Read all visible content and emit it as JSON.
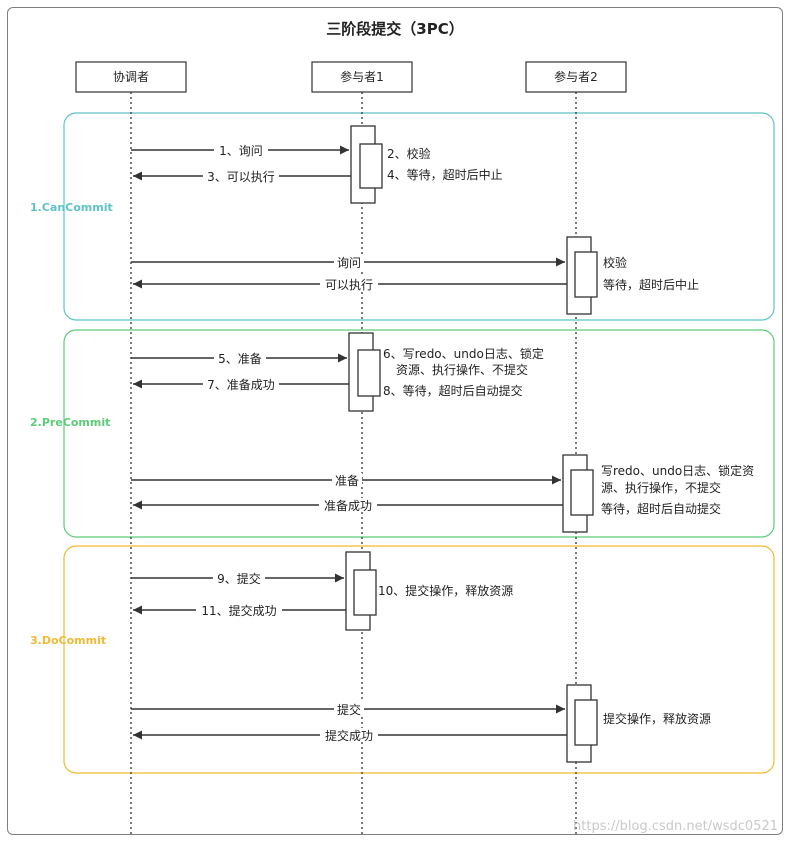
{
  "title": "三阶段提交（3PC）",
  "actors": [
    "协调者",
    "参与者1",
    "参与者2"
  ],
  "phases": [
    {
      "label": "1.CanCommit",
      "color": "#5fc3c6"
    },
    {
      "label": "2.PreCommit",
      "color": "#5ccc78"
    },
    {
      "label": "3.DoCommit",
      "color": "#efba33"
    }
  ],
  "messages": [
    "1、询问",
    "3、可以执行",
    "询问",
    "可以执行",
    "5、准备",
    "7、准备成功",
    "准备",
    "准备成功",
    "9、提交",
    "11、提交成功",
    "提交",
    "提交成功"
  ],
  "notes": {
    "p1_check": "2、校验",
    "p1_wait": "4、等待，超时后中止",
    "p2_check": "校验",
    "p2_wait": "等待，超时后中止",
    "p1_write_line1": "6、写redo、undo日志、锁定",
    "p1_write_line2": "资源、执行操作、不提交",
    "p1_autocommit": "8、等待，超时后自动提交",
    "p2_write_line1": "写redo、undo日志、锁定资",
    "p2_write_line2": "源、执行操作，不提交",
    "p2_autocommit": "等待，超时后自动提交",
    "p1_commit": "10、提交操作，释放资源",
    "p2_commit": "提交操作，释放资源"
  },
  "watermark": "https://blog.csdn.net/wsdc0521"
}
